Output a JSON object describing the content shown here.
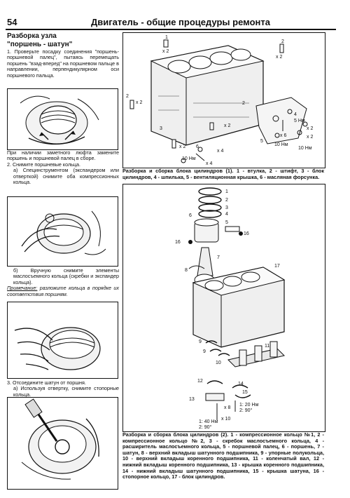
{
  "header": {
    "page_number": "54",
    "title": "Двигатель - общие процедуры ремонта"
  },
  "left": {
    "section_title_1": "Разборка узла",
    "section_title_2": "\"поршень - шатун\"",
    "p1": "1. Проверьте посадку соединения \"поршень-поршневой палец\", пытаясь перемещать поршень \"взад-вперед\" на поршневом пальце в направлении, перпендикулярном оси поршневого пальца.",
    "p2": "При наличии заметного люфта замените поршень и поршневой палец в сборе.",
    "p3": "2. Снимите поршневые кольца.",
    "p4": "а) Специнструментом (экспандером или отверткой) снимите оба компрессионных кольца.",
    "p5": "б) Вручную снимите элементы маслосъемного кольца (скребки и экспандер кольца).",
    "note_label": "Примечание:",
    "note_text": " разложите кольца в порядке их соответствия поршням.",
    "p6": "3. Отсоедините шатун от поршня.",
    "p7": "а) Используя отвертку, снимите стопорные кольца."
  },
  "fig1": {
    "caption": "Разборка и сборка блока цилиндров (1). 1 - втулка, 2 - штифт, 3 - блок цилиндров, 4 - шпилька, 5 - вентиляционная крышка, 6 - масляная форсунка.",
    "labels": {
      "n1": "1",
      "x2a": "x 2",
      "n2a": "2",
      "x2b": "x 2",
      "n2b": "2",
      "x2c": "x 2",
      "n2c": "2",
      "n3": "3",
      "x2d": "x 2",
      "x2e": "x 2",
      "n6": "6",
      "x4": "x 4",
      "n4": "4",
      "n5nm": "5 Нм",
      "x2f": "x 2",
      "x6": "x 6",
      "x2g": "x 2",
      "n5": "5",
      "nm10a": "10 Нм",
      "nm10b": "10 Нм",
      "nm10c": "10 Нм",
      "x4b": "x 4"
    }
  },
  "fig2": {
    "caption": "Разборка и сборка блока цилиндров (2). 1 - компрессионное кольцо №1, 2 - компрессионное кольцо №2, 3 - скребок маслосъемного кольца, 4 - расширитель маслосъемного кольца, 5 - поршневой палец, 6 - поршень, 7 - шатун, 8 - верхний вкладыш шатунного подшипника, 9 - упорные полукольца, 10 - верхний вкладыш коренного подшипника, 11 - коленчатый вал, 12 - нижний вкладыш коренного подшипника, 13 - крышка коренного подшипника, 14 - нижний вкладыш шатунного подшипника, 15 - крышка шатуна, 16 - стопорное кольцо, 17 - блок цилиндров.",
    "labels": {
      "n1": "1",
      "n2": "2",
      "n3": "3",
      "n4": "4",
      "n5": "5",
      "n6": "6",
      "n16a": "16",
      "n16b": "16",
      "n7": "7",
      "n8": "8",
      "n17": "17",
      "n9a": "9",
      "n9b": "9",
      "n10": "10",
      "n11": "11",
      "n12": "12",
      "n13": "13",
      "n14": "14",
      "n15": "15",
      "x8": "x 8",
      "t1": "1: 20 Нм",
      "t2": "2: 90°",
      "x10": "x 10",
      "t3": "1: 40 Нм",
      "t4": "2: 90°"
    }
  }
}
